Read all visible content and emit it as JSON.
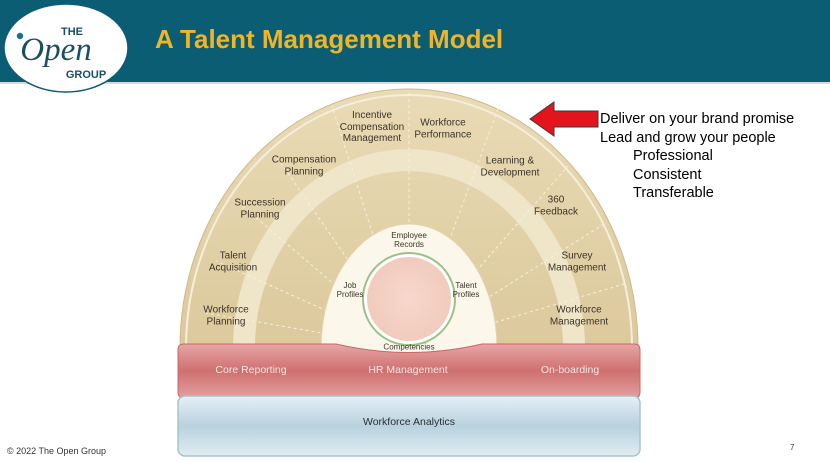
{
  "slide": {
    "title": "A Talent Management Model",
    "footer": "© 2022 The Open Group",
    "page_number": "7"
  },
  "logo": {
    "line1": "THE",
    "line2": "Open",
    "line3": "GROUP"
  },
  "outer_ring": [
    {
      "label": "Workforce\nPlanning"
    },
    {
      "label": "Talent\nAcquisition"
    },
    {
      "label": "Succession\nPlanning"
    },
    {
      "label": "Compensation\nPlanning"
    },
    {
      "label": "Incentive\nCompensation\nManagement"
    },
    {
      "label": "Workforce\nPerformance"
    },
    {
      "label": "Learning &\nDevelopment"
    },
    {
      "label": "360\nFeedback"
    },
    {
      "label": "Survey\nManagement"
    },
    {
      "label": "Workforce\nManagement"
    }
  ],
  "inner_ring": {
    "top": "Employee\nRecords",
    "left": "Job\nProfiles",
    "right": "Talent\nProfiles",
    "bottom": "Competencies"
  },
  "band": {
    "left": "Core Reporting",
    "center": "HR Management",
    "right": "On-boarding"
  },
  "analytics": {
    "label": "Workforce Analytics"
  },
  "bullets": {
    "main": [
      "Deliver on your brand promise",
      "Lead and grow your people"
    ],
    "sub": [
      "Professional",
      "Consistent",
      "Transferable"
    ]
  },
  "colors": {
    "header_bg": "#0b5d74",
    "title": "#f0b526",
    "ring_tan": "#e6d6af",
    "band_red": "#cf6f6f",
    "analytics_blue": "#b8d2de",
    "arrow_red": "#e3141b"
  }
}
